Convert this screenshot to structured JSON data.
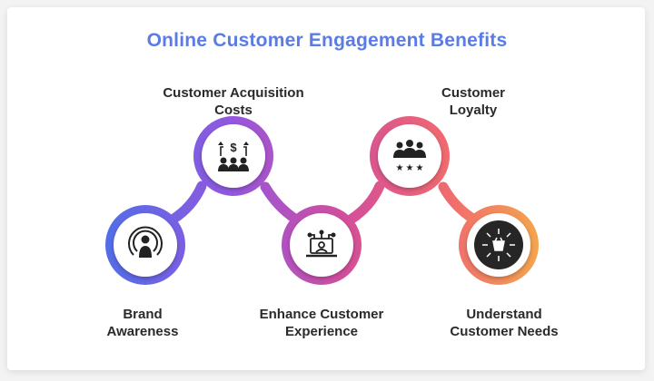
{
  "title": "Online Customer Engagement Benefits",
  "nodes": [
    {
      "label": "Brand\nAwareness",
      "icon": "broadcast-user-icon"
    },
    {
      "label": "Customer Acquisition\nCosts",
      "icon": "cost-people-icon"
    },
    {
      "label": "Enhance Customer\nExperience",
      "icon": "laptop-user-icon"
    },
    {
      "label": "Customer\nLoyalty",
      "icon": "group-stars-icon"
    },
    {
      "label": "Understand\nCustomer Needs",
      "icon": "basket-arrows-icon"
    }
  ],
  "colors": {
    "title": "#5b7be6",
    "gradient": [
      "#4f6fe8",
      "#9457de",
      "#d34e9b",
      "#f06a6f",
      "#f4a94b"
    ]
  }
}
